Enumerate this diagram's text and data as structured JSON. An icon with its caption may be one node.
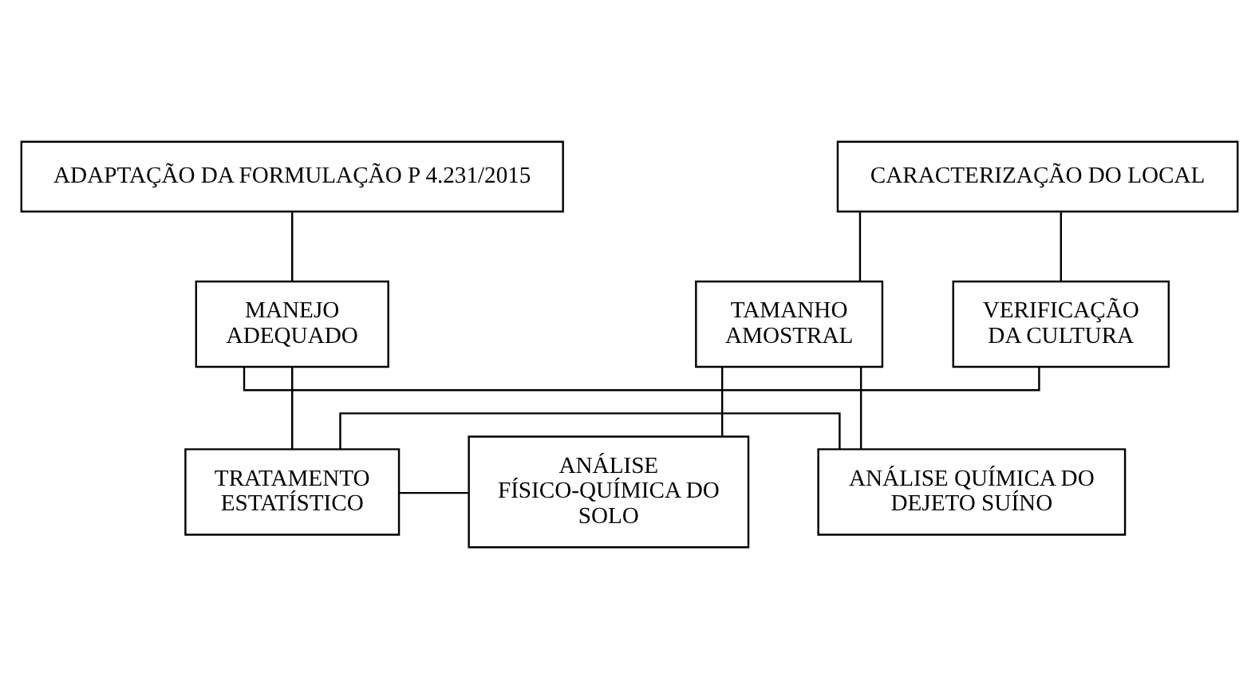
{
  "diagram": {
    "nodes": [
      {
        "text": [
          "ADAPTAÇÃO DA FORMULAÇÃO P 4.231/2015"
        ]
      },
      {
        "text": [
          "CARACTERIZAÇÃO DO LOCAL"
        ]
      },
      {
        "text": [
          "TAMANHO AMOSTRAL"
        ]
      },
      {
        "text": [
          "VERIFICAÇÃO DA CULTURA"
        ]
      },
      {
        "text": [
          "MANEJO ADEQUADO"
        ]
      },
      {
        "text": [
          "ANÁLISE FÍSICO-QUÍMICA DO SOLO"
        ]
      },
      {
        "text": [
          "ANÁLISE QUÍMICA DO DEJETO SUÍNO"
        ]
      },
      {
        "text": [
          "TRATAMENTO ESTATÍSTICO"
        ]
      }
    ],
    "edges": [
      {
        "from": 0,
        "to": 4,
        "arrow": "none"
      },
      {
        "from": 1,
        "to": 2,
        "arrow": "none"
      },
      {
        "from": 1,
        "to": 3,
        "arrow": "none"
      },
      {
        "from": 3,
        "to": 4,
        "arrow": "none"
      },
      {
        "from": 2,
        "to": 5,
        "arrow": "none"
      },
      {
        "from": 2,
        "to": 6,
        "arrow": "none"
      },
      {
        "from": 4,
        "to": 7,
        "arrow": "none"
      },
      {
        "from": 5,
        "to": 7,
        "arrow": "none"
      },
      {
        "from": 6,
        "to": 7,
        "arrow": "none"
      }
    ]
  }
}
